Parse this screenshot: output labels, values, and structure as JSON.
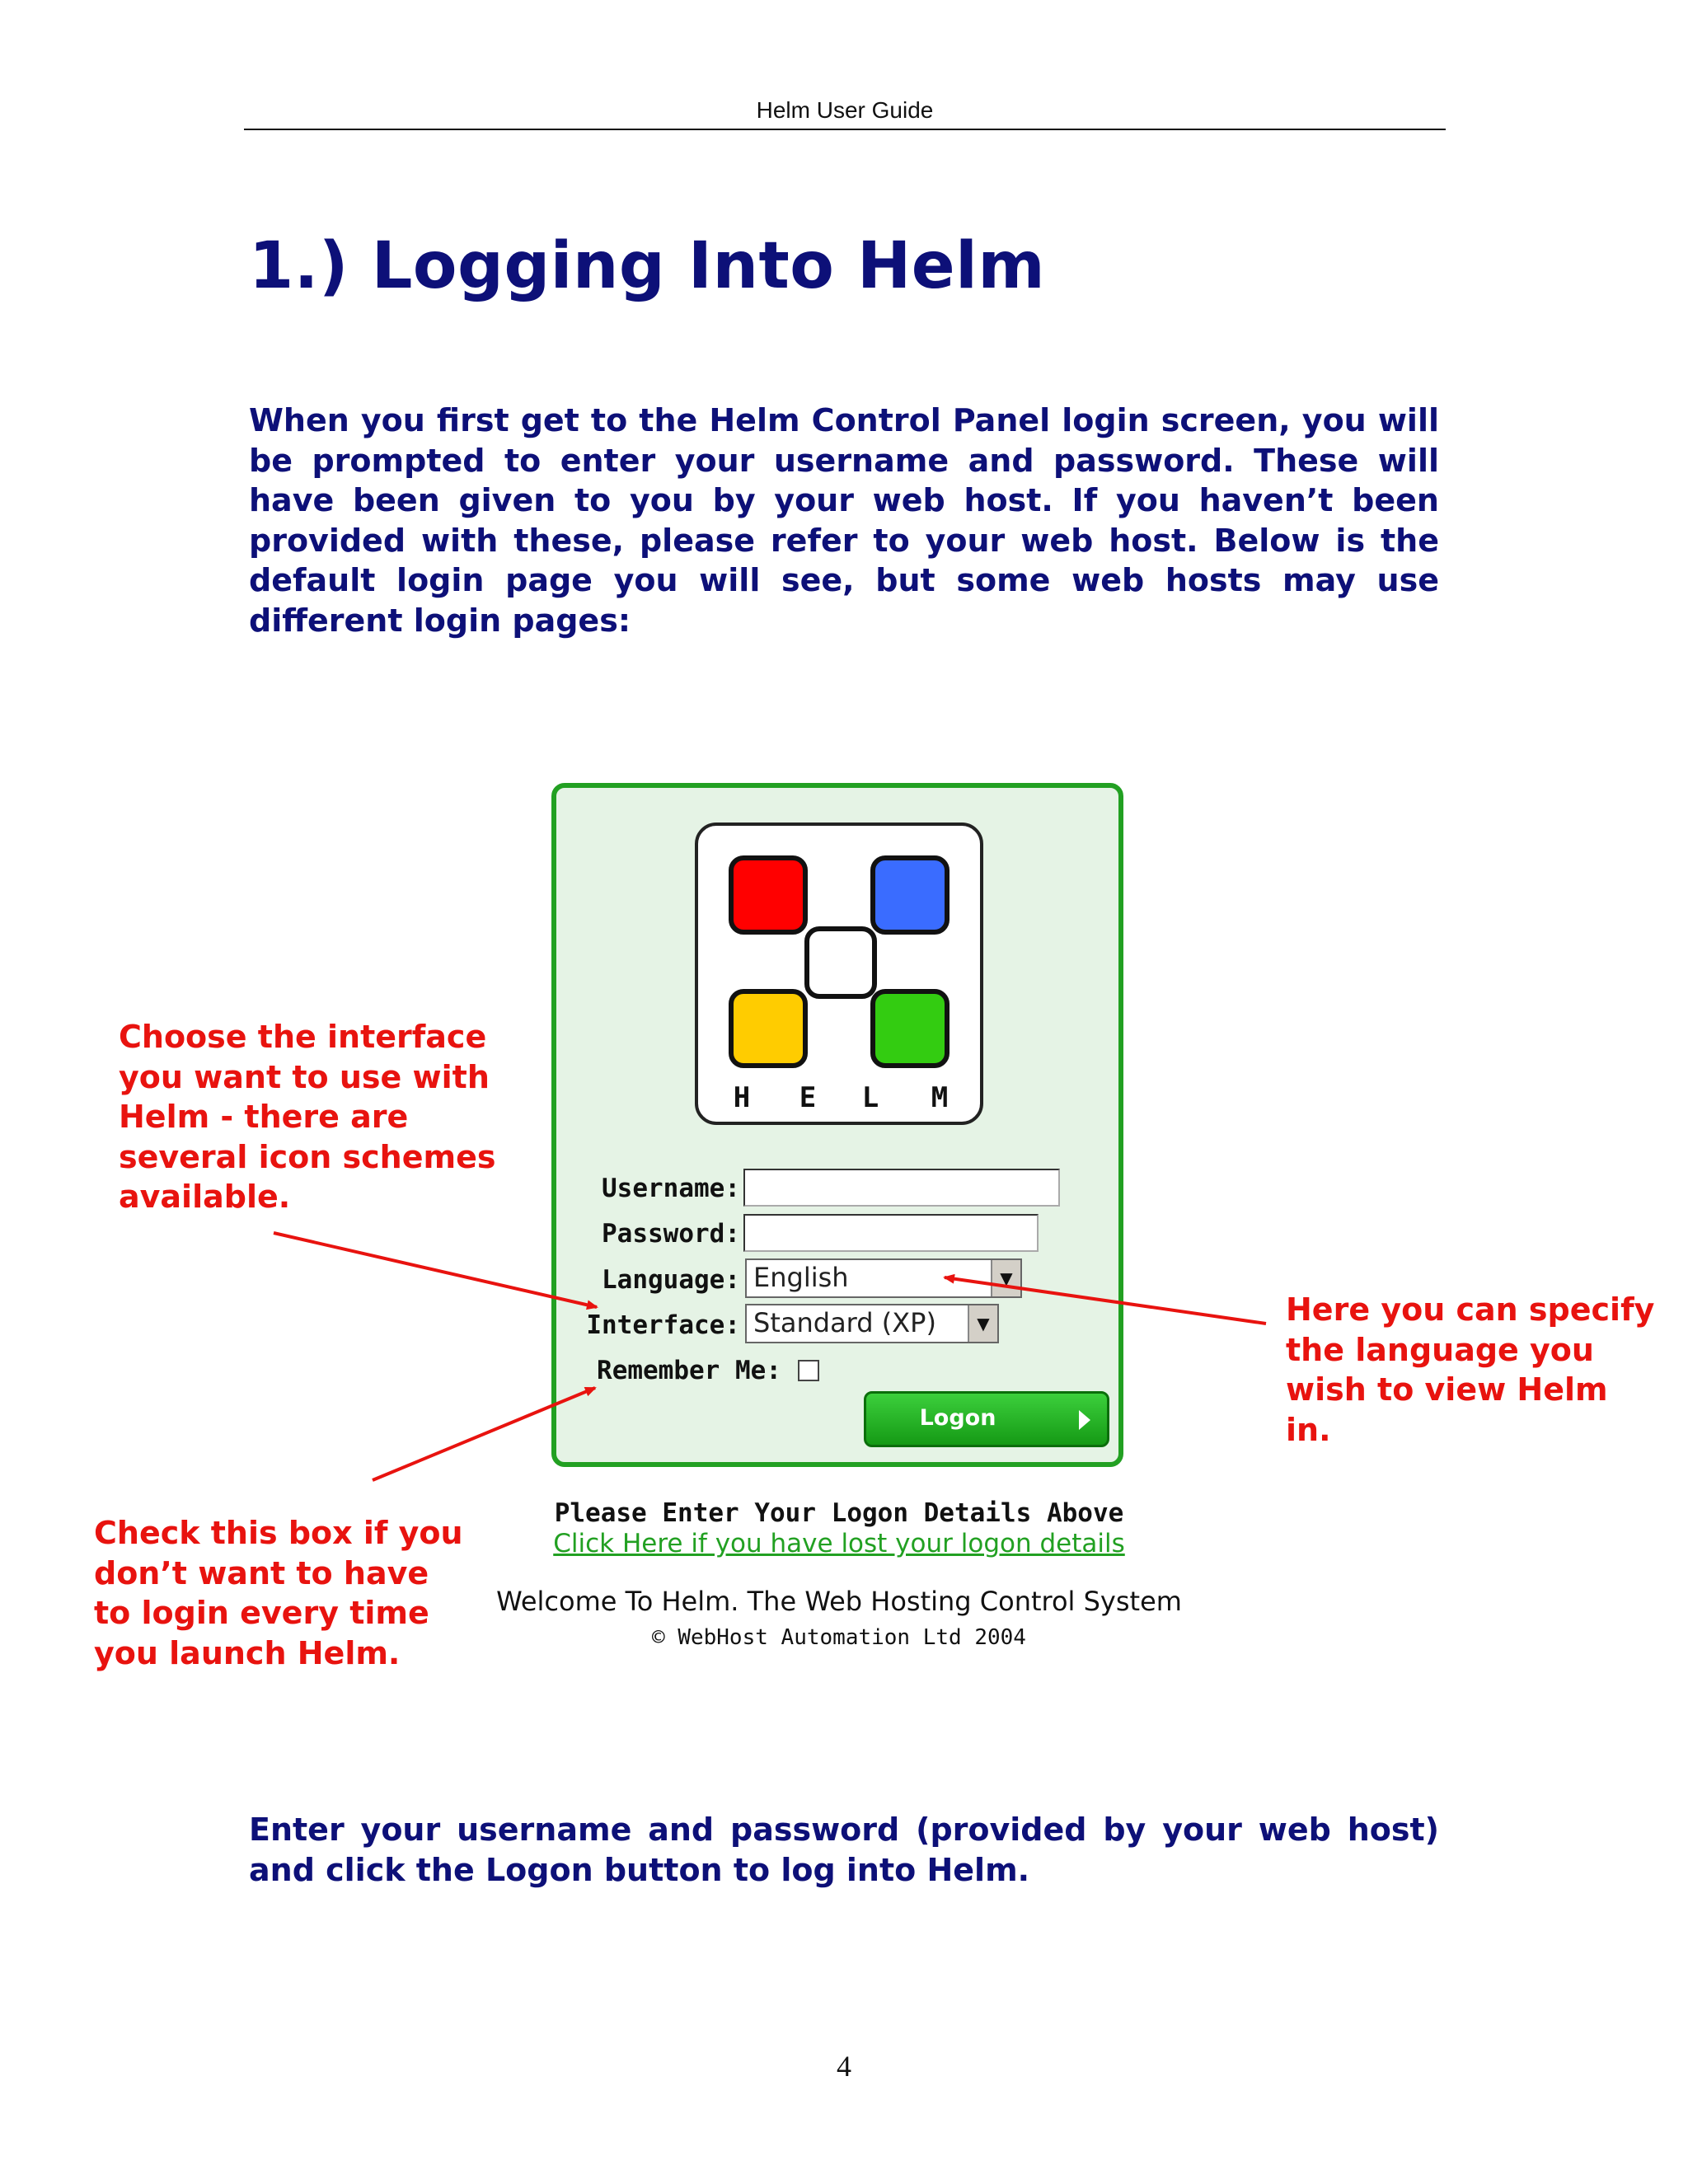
{
  "header": {
    "title": "Helm User Guide"
  },
  "section": {
    "title": "1.) Logging Into Helm"
  },
  "intro": "When you first get to the Helm Control Panel login screen, you will be prompted to enter your username and password. These will have been given to you by your web host. If you haven’t been provided with these, please refer to your web host. Below is the default login page you will see, but some web hosts may use different login pages:",
  "callouts": {
    "interface": "Choose the interface you want to use with Helm - there are several icon schemes available.",
    "language": "Here you can specify the language you wish to view Helm in.",
    "remember": "Check this box if you don’t want to have to login every time you launch Helm."
  },
  "login": {
    "logo_letters": [
      "H",
      "E",
      "L",
      "M"
    ],
    "logo_colors": {
      "red": "#ff0000",
      "blue": "#3a6cff",
      "yellow": "#ffcc00",
      "green": "#33cc11"
    },
    "username_label": "Username:",
    "username_value": "",
    "password_label": "Password:",
    "password_value": "",
    "language_label": "Language:",
    "language_value": "English",
    "interface_label": "Interface:",
    "interface_value": "Standard (XP)",
    "remember_label": "Remember Me:",
    "remember_checked": false,
    "logon_button": "Logon",
    "enter_details": "Please Enter Your Logon Details Above",
    "lost_link": "Click Here if you have lost your logon details",
    "welcome": "Welcome To Helm. The Web Hosting Control System",
    "copyright": "© WebHost Automation Ltd 2004"
  },
  "outro": "Enter your username and password (provided by your web host) and click the Logon button to log into Helm.",
  "page_number": "4",
  "colors": {
    "heading": "#0d1078",
    "callout": "#e8130f",
    "panel_border": "#22a022",
    "panel_bg": "#e5f3e5"
  }
}
